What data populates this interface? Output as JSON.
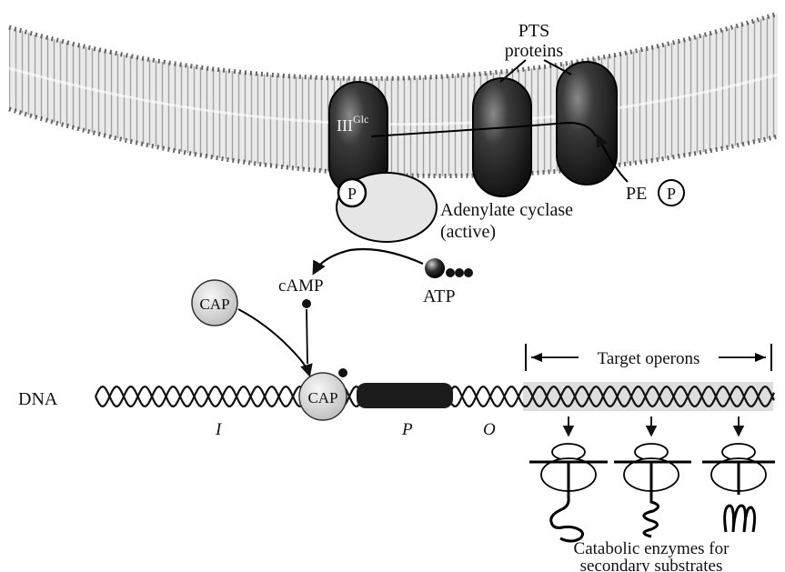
{
  "labels": {
    "pts_proteins_line1": "PTS",
    "pts_proteins_line2": "proteins",
    "iii": "III",
    "iii_superscript": "Glc",
    "phospho_p": "P",
    "pe": "PE",
    "pe_p": "P",
    "adenylate_cyclase_line1": "Adenylate cyclase",
    "adenylate_cyclase_line2": "(active)",
    "camp": "cAMP",
    "atp": "ATP",
    "cap_free": "CAP",
    "cap_bound": "CAP",
    "dna": "DNA",
    "region_i": "I",
    "region_p": "P",
    "region_o": "O",
    "target_operons": "Target operons",
    "catabolic_line1": "Catabolic enzymes for",
    "catabolic_line2": "secondary substrates"
  },
  "colors": {
    "ink": "#111111",
    "membrane_shade": "#9a9a9a",
    "protein_dark": "#2a2a2a",
    "cyclase_fill": "#e6e6e6",
    "cap_fill": "#e2e2e2",
    "promoter_fill": "#1b1b1b",
    "operon_shade": "#b5b5b5"
  }
}
